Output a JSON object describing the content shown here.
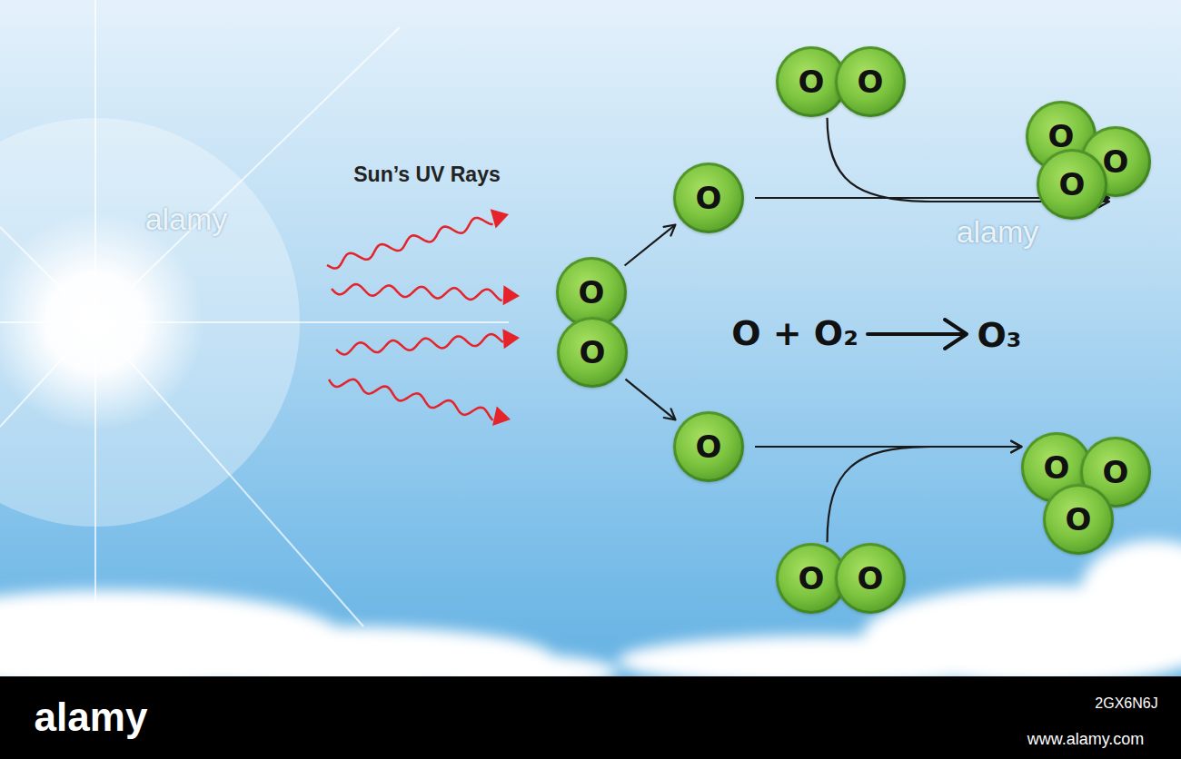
{
  "diagram": {
    "nodes": [
      {
        "text": [
          "O"
        ]
      },
      {
        "text": [
          "O"
        ]
      },
      {
        "text": [
          "O"
        ]
      },
      {
        "text": [
          "O"
        ]
      },
      {
        "text": [
          "O"
        ]
      },
      {
        "text": [
          "O"
        ]
      },
      {
        "text": [
          "O"
        ]
      },
      {
        "text": [
          "O"
        ]
      },
      {
        "text": [
          "O"
        ]
      },
      {
        "text": [
          "O"
        ]
      },
      {
        "text": [
          "O"
        ]
      },
      {
        "text": [
          "O"
        ]
      },
      {
        "text": [
          "O"
        ]
      },
      {
        "text": [
          "O"
        ]
      }
    ],
    "edges": [
      {
        "from": 6,
        "to": 5,
        "arrow": "to"
      },
      {
        "from": 7,
        "to": 8,
        "arrow": "to"
      },
      {
        "from": 5,
        "to": 3,
        "arrow": "to"
      },
      {
        "from": 0,
        "to": 3,
        "arrow": "to"
      },
      {
        "from": 8,
        "to": 9,
        "arrow": "to"
      },
      {
        "from": 12,
        "to": 9,
        "arrow": "to"
      }
    ],
    "labels": [
      "Sun’s UV Rays",
      "O + O₂",
      "O₃",
      "alamy",
      "alamy",
      "alamy",
      "2GX6N6J",
      "www.alamy.com"
    ]
  }
}
